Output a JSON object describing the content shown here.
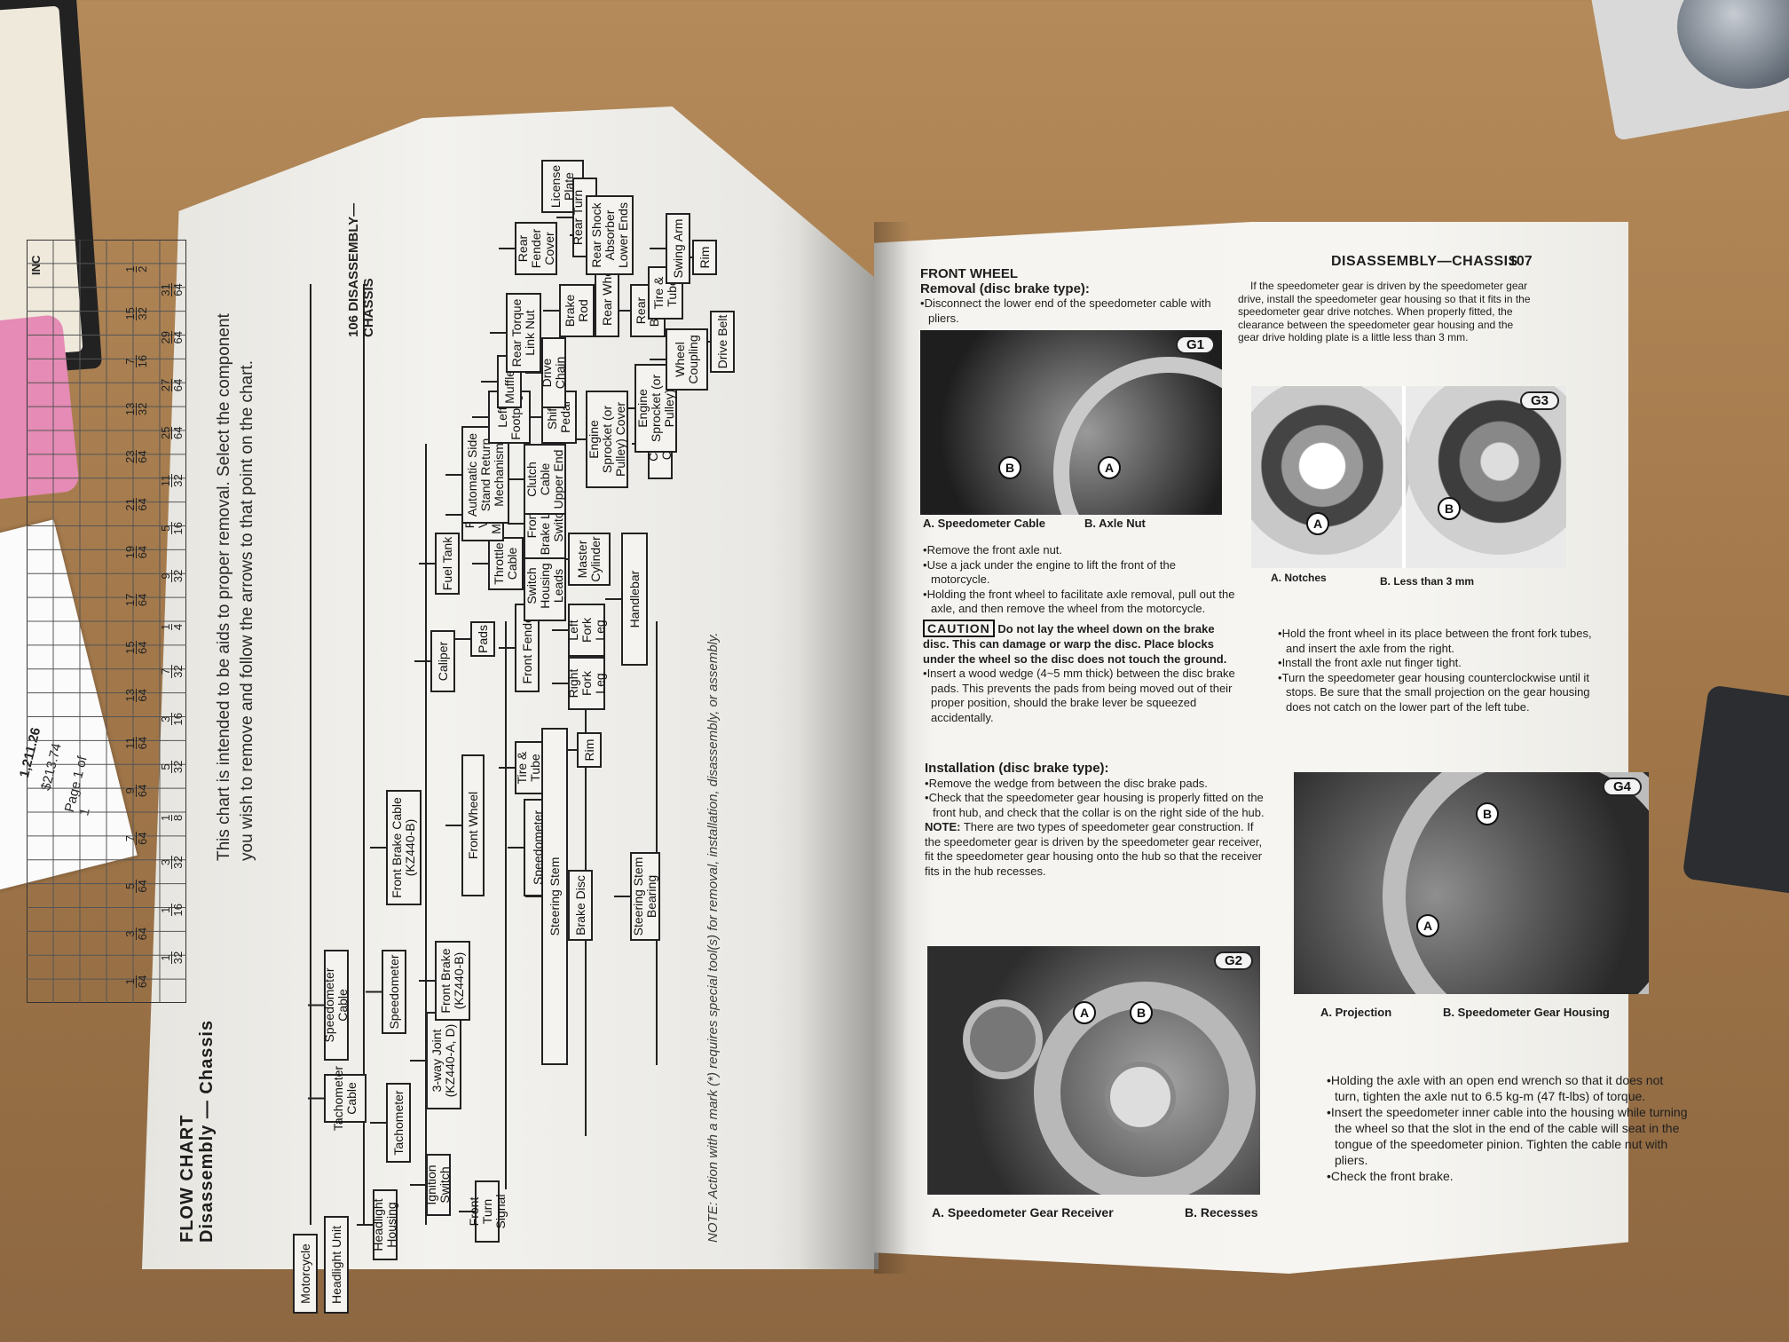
{
  "left_page": {
    "header": "106 DISASSEMBLY—CHASSIS",
    "title_line1": "FLOW CHART",
    "title_line2": "Disassembly — Chassis",
    "intro_line1": "This chart is intended to be aids to proper removal. Select the component",
    "intro_line2": "you wish to remove and follow the arrows to that point on the chart.",
    "note": "NOTE: Action with a mark (*) requires special tool(s) for removal, installation, disassembly, or assembly.",
    "scale_header": "INC",
    "scale_marks": [
      "1/64",
      "1/32",
      "3/64",
      "1/16",
      "5/64",
      "3/32",
      "7/64",
      "1/8",
      "9/64",
      "5/32",
      "11/64",
      "3/16",
      "13/64",
      "7/32",
      "15/64",
      "1/4",
      "17/64",
      "9/32",
      "19/64",
      "5/16",
      "21/64",
      "11/32",
      "23/64",
      "25/64",
      "13/32",
      "27/64",
      "7/16",
      "29/64",
      "15/32",
      "31/64",
      "1/2"
    ],
    "flow": {
      "motorcycle": "Motorcycle",
      "headlight_unit": "Headlight Unit",
      "headlight_housing": "Headlight Housing",
      "ignition_switch": "Ignition Switch",
      "front_turn_signal": "Front Turn Signal",
      "tachometer_cable": "Tachometer Cable",
      "tachometer": "Tachometer",
      "three_way_joint": "3-way Joint (KZ440-A, D)",
      "speedometer_cable": "Speedometer Cable",
      "speedometer": "Speedometer",
      "front_brake_b": "Front Brake (KZ440-B)",
      "front_brake_cable": "Front Brake Cable (KZ440-B)",
      "front_wheel": "Front Wheel",
      "speedometer_gear_housing": "Speedometer Gear Housing",
      "brake_disc": "Brake Disc",
      "steering_stem": "Steering Stem",
      "steering_stem_bearing": "Steering Stem Bearing",
      "tire_tube_front": "Tire & Tube",
      "rim_front": "Rim",
      "caliper": "Caliper",
      "pads": "Pads",
      "front_fender": "Front Fender",
      "right_fork_leg": "Right Fork Leg",
      "left_fork_leg": "Left Fork Leg",
      "fuel_tank": "Fuel Tank",
      "throttle_cable": "Throttle Cable",
      "switch_housing_leads": "Switch Housing Leads",
      "rear_view_mirrors": "Rear View Mirrors",
      "front_brake_light_switch": "Front Brake Light Switch",
      "master_cylinder": "Master Cylinder",
      "handlebar": "Handlebar",
      "automatic_side_stand": "Automatic Side Stand Return Mechanism",
      "clutch_cable_upper": "Clutch Cable Upper End",
      "clutch_cable": "Clutch Cable",
      "left_footpeg": "Left Footpeg",
      "shift_pedal": "Shift Pedal",
      "engine_sprocket_cover": "Engine Sprocket (or Pulley) Cover",
      "engine_sprocket": "Engine Sprocket (or Pulley)",
      "mufflers": "Mufflers",
      "drive_chain": "Drive Chain",
      "wheel_coupling": "Wheel Coupling",
      "drive_belt": "Drive Belt",
      "rear_torque_link_nut": "Rear Torque Link Nut",
      "brake_rod": "Brake Rod",
      "rear_brake": "Rear Brake",
      "rear_wheel": "Rear Wheel",
      "tire_tube_rear": "Tire & Tube",
      "rim_rear": "Rim",
      "rear_fender_cover": "Rear Fender Cover",
      "license_plate": "License Plate",
      "rear_turn_signals": "Rear Turn Signals",
      "rear_shock_absorber": "Rear Shock Absorber Lower Ends",
      "swing_arm": "Swing Arm"
    }
  },
  "right_page": {
    "header": "DISASSEMBLY—CHASSIS",
    "page_number": "107",
    "front_wheel_title": "FRONT WHEEL",
    "removal_title": "Removal (disc brake type):",
    "removal_steps_1": [
      "Disconnect the lower end of the speedometer cable with pliers."
    ],
    "g1": {
      "tag": "G1",
      "cap_a": "A. Speedometer Cable",
      "cap_b": "B. Axle Nut",
      "a": "A",
      "b": "B"
    },
    "removal_steps_2": [
      "Remove the front axle nut.",
      "Use a jack under the engine to lift the front of the motorcycle.",
      "Holding the front wheel to facilitate axle removal, pull out the axle, and then remove the wheel from the motorcycle."
    ],
    "caution_label": "CAUTION",
    "caution_text": "Do not lay the wheel down on the brake disc. This can damage or warp the disc. Place blocks under the wheel so the disc does not touch the ground.",
    "wedge_step": "Insert a wood wedge (4~5 mm thick) between the disc brake pads. This prevents the pads from being moved out of their proper position, should the brake lever be squeezed accidentally.",
    "installation_title": "Installation (disc brake type):",
    "install_steps": [
      "Remove the wedge from between the disc brake pads.",
      "Check that the speedometer gear housing is properly fitted on the front hub, and check that the collar is on the right side of the hub."
    ],
    "note_label": "NOTE:",
    "note_text": "There are two types of speedometer gear construction. If the speedometer gear is driven by the speedometer gear receiver, fit the speedometer gear housing onto the hub so that the receiver fits in the hub recesses.",
    "g2": {
      "tag": "G2",
      "cap_a": "A. Speedometer Gear Receiver",
      "cap_b": "B. Recesses",
      "a": "A",
      "b": "B"
    },
    "col2_para": "If the speedometer gear is driven by the speedometer gear drive, install the speedometer gear housing so that it fits in the speedometer gear drive notches. When properly fitted, the clearance between the speedometer gear housing and the gear drive holding plate is a little less than 3 mm.",
    "g3": {
      "tag": "G3",
      "cap_a": "A. Notches",
      "cap_b": "B. Less than 3 mm",
      "a": "A",
      "b": "B"
    },
    "col2_steps_1": [
      "Hold the front wheel in its place between the front fork tubes, and insert the axle from the right.",
      "Install the front axle nut finger tight.",
      "Turn the speedometer gear housing counterclockwise until it stops. Be sure that the small projection on the gear housing does not catch on the lower part of the left tube."
    ],
    "g4": {
      "tag": "G4",
      "cap_a": "A. Projection",
      "cap_b": "B. Speedometer Gear Housing",
      "a": "A",
      "b": "B"
    },
    "col2_steps_2": [
      "Holding the axle with an open end wrench so that it does not turn, tighten the axle nut to 6.5 kg-m (47 ft-lbs) of torque.",
      "Insert the speedometer inner cable into the housing while turning the wheel so that the slot in the end of the cable will seat in the tongue of the speedometer pinion. Tighten the cable nut with pliers.",
      "Check the front brake."
    ]
  },
  "receipt": {
    "amount": "1,211.26",
    "subtotal": "$213.74",
    "pages": "Page 1 of 1"
  }
}
